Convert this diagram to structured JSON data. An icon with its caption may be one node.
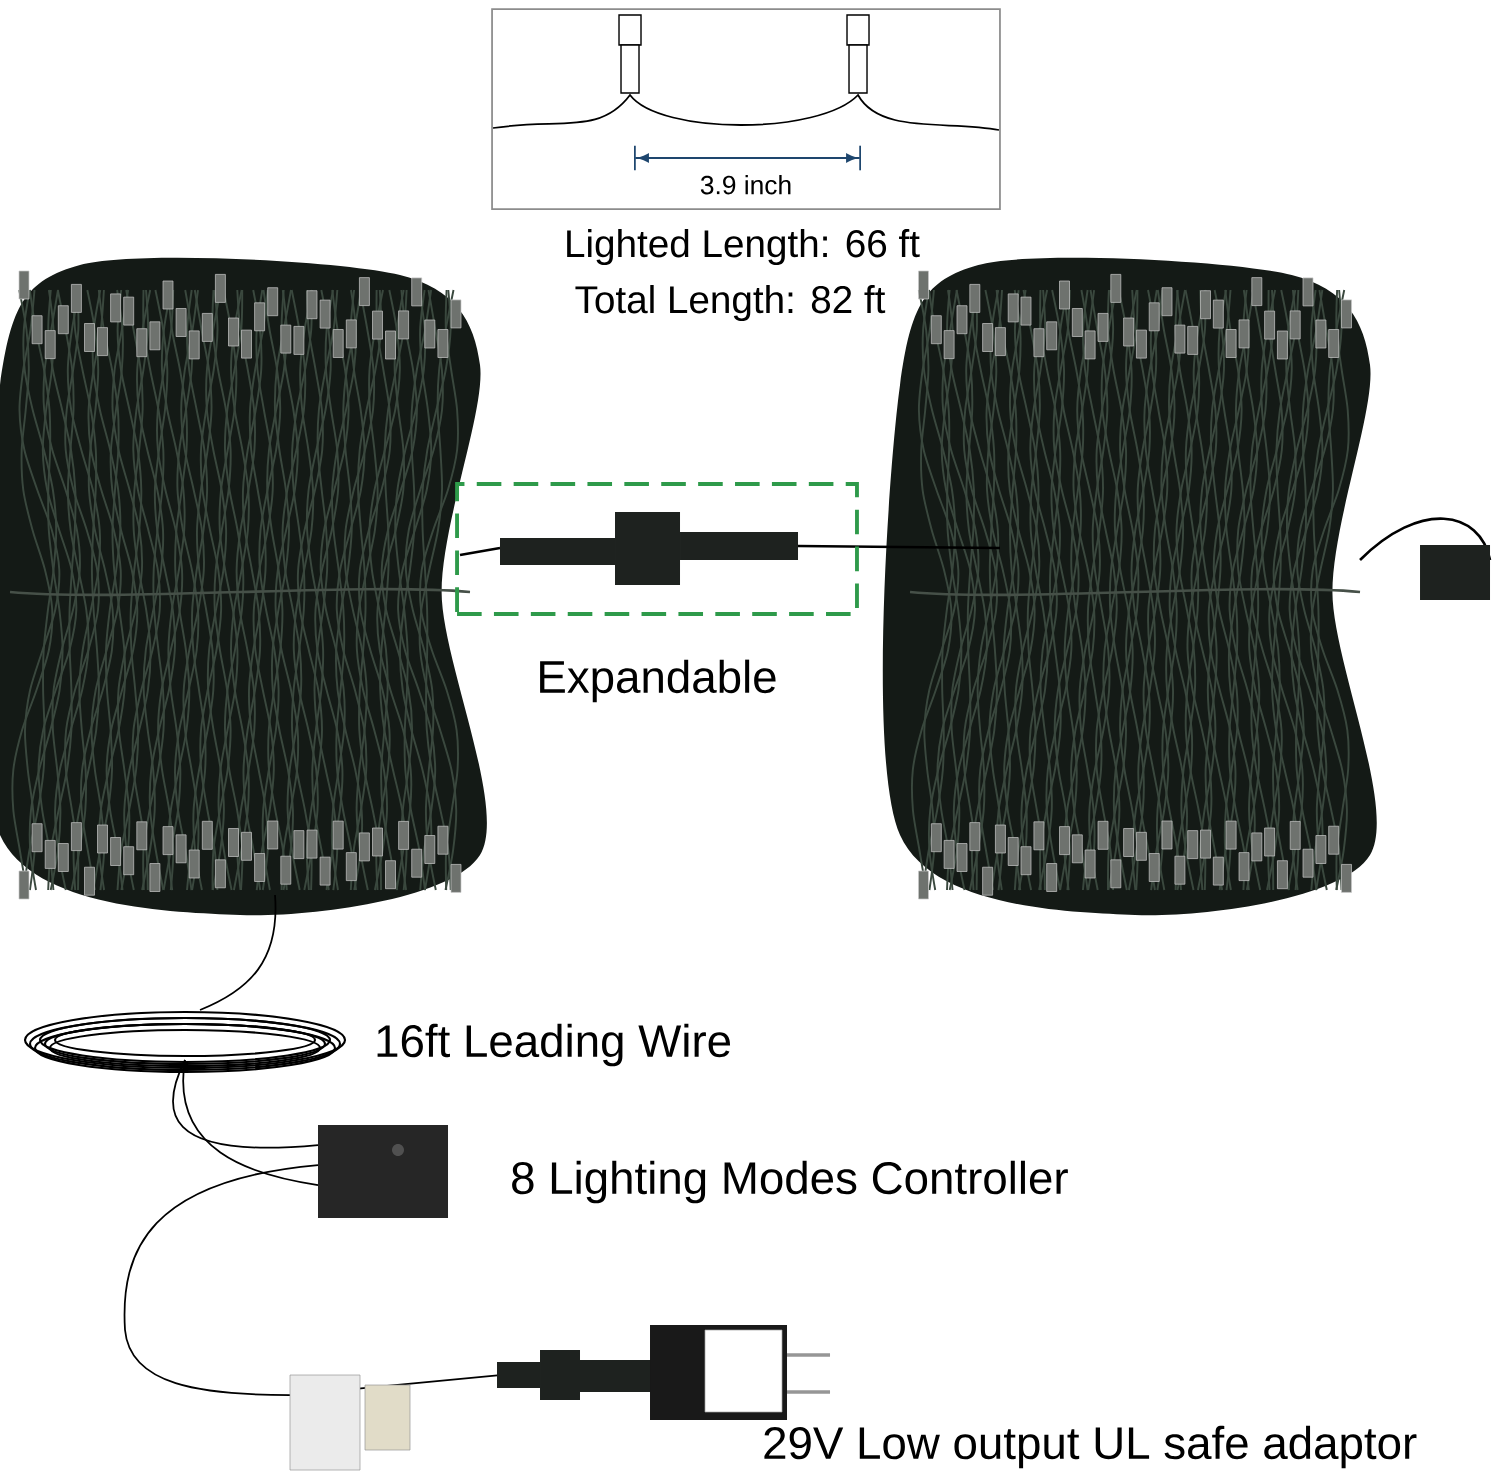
{
  "diagram": {
    "nodes": [
      {
        "text": [
          "3.9 inch"
        ]
      },
      {
        "text": [
          "Expandable"
        ]
      }
    ],
    "labels": [
      "Lighted Length: 66 ft",
      "Total Length: 82 ft",
      "16ft Leading Wire",
      "8 Lighting Modes Controller",
      "29V Low output UL safe adaptor"
    ]
  }
}
